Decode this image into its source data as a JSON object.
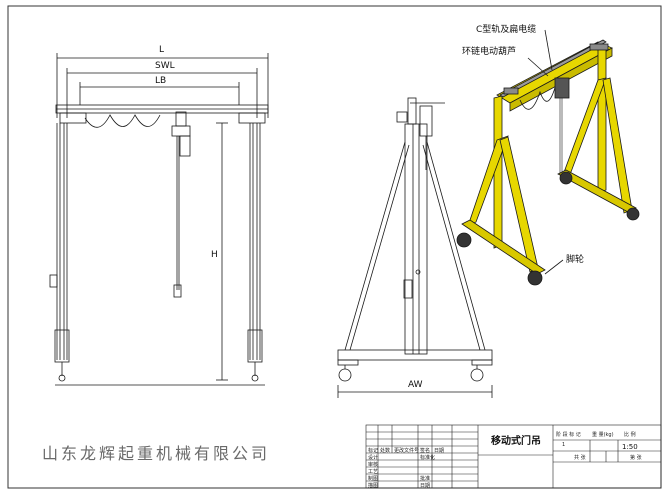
{
  "drawing": {
    "dims": {
      "L": "L",
      "SWL": "SWL",
      "LB": "LB",
      "H": "H",
      "AW": "AW"
    },
    "callouts": {
      "rail_cable": "C型轨及扁电缆",
      "hoist": "环链电动葫芦",
      "wheel": "脚轮"
    }
  },
  "title_block": {
    "title": "移动式门吊",
    "company": "山东龙辉起重机械有限公司",
    "header_cells": [
      "阶 段 标 记",
      "重 量(kg)",
      "比 例"
    ],
    "scale": "1:50",
    "qty": "1",
    "sheet_cells": [
      "共 张",
      "第 张"
    ],
    "rev_cells": [
      "标记",
      "处数",
      "更改文件号",
      "签名",
      "日期"
    ],
    "role_cells": [
      "设计",
      "审核",
      "工艺",
      "标准化",
      "制图",
      "批准",
      "描图",
      "日期"
    ]
  },
  "colors": {
    "frame_yellow": "#e7d700",
    "ink": "#1a1a1a"
  }
}
